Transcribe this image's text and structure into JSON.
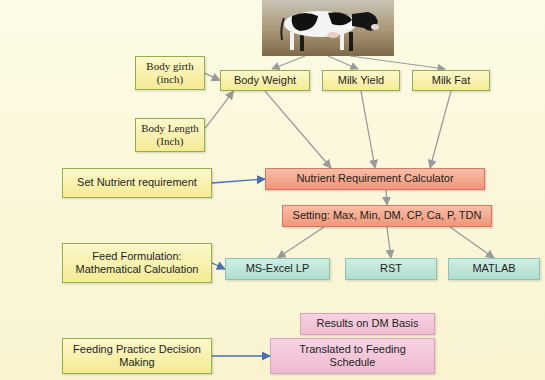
{
  "diagram": {
    "nodes": [
      {
        "text": [
          "Body girth (inch)"
        ]
      },
      {
        "text": [
          "Body Weight"
        ]
      },
      {
        "text": [
          "Milk Yield"
        ]
      },
      {
        "text": [
          "Milk Fat"
        ]
      },
      {
        "text": [
          "Body Length (Inch)"
        ]
      },
      {
        "text": [
          "Set Nutrient requirement"
        ]
      },
      {
        "text": [
          "Nutrient Requirement Calculator"
        ]
      },
      {
        "text": [
          "Setting: Max, Min, DM, CP, Ca, P, TDN"
        ]
      },
      {
        "text": [
          "Feed Formulation: Mathematical Calculation"
        ]
      },
      {
        "text": [
          "MS-Excel LP"
        ]
      },
      {
        "text": [
          "RST"
        ]
      },
      {
        "text": [
          "MATLAB"
        ]
      },
      {
        "text": [
          "Results on DM Basis"
        ]
      },
      {
        "text": [
          "Feeding Practice Decision Making"
        ]
      },
      {
        "text": [
          "Translated to Feeding Schedule"
        ]
      }
    ],
    "edges": [
      {
        "from": 0,
        "to": 1,
        "arrow": "to"
      },
      {
        "from": 4,
        "to": 1,
        "arrow": "to"
      },
      {
        "from": 1,
        "to": 6,
        "arrow": "to"
      },
      {
        "from": 2,
        "to": 6,
        "arrow": "to"
      },
      {
        "from": 3,
        "to": 6,
        "arrow": "to"
      },
      {
        "from": 5,
        "to": 6,
        "arrow": "to"
      },
      {
        "from": 6,
        "to": 7,
        "arrow": "to"
      },
      {
        "from": 7,
        "to": 9,
        "arrow": "to"
      },
      {
        "from": 7,
        "to": 10,
        "arrow": "to"
      },
      {
        "from": 7,
        "to": 11,
        "arrow": "to"
      },
      {
        "from": 8,
        "to": 9,
        "arrow": "to"
      },
      {
        "from": 13,
        "to": 14,
        "arrow": "to"
      }
    ]
  }
}
